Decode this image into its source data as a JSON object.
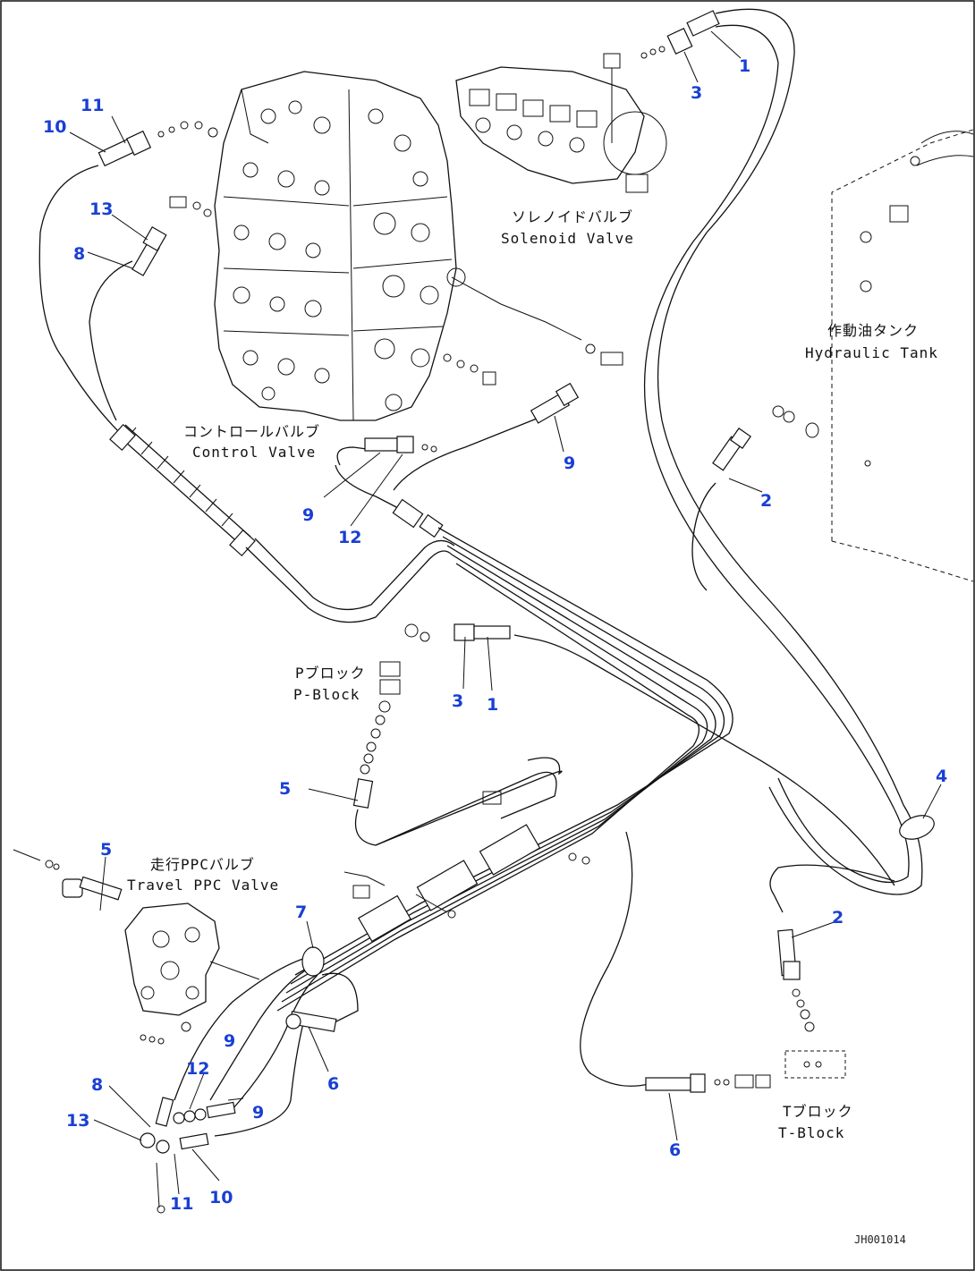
{
  "labels": {
    "solenoid_jp": "ソレノイドバルブ",
    "solenoid_en": "Solenoid Valve",
    "tank_jp": "作動油タンク",
    "tank_en": "Hydraulic Tank",
    "control_jp": "コントロールバルブ",
    "control_en": "Control Valve",
    "pblock_jp": "Pブロック",
    "pblock_en": "P-Block",
    "travel_jp": "走行PPCバルブ",
    "travel_en": "Travel PPC Valve",
    "tblock_jp": "Tブロック",
    "tblock_en": "T-Block"
  },
  "callouts": {
    "c1a": "1",
    "c3a": "3",
    "c11a": "11",
    "c10a": "10",
    "c13a": "13",
    "c8a": "8",
    "c9a": "9",
    "c9b": "9",
    "c12a": "12",
    "c2a": "2",
    "c3b": "3",
    "c1b": "1",
    "c5a": "5",
    "c4a": "4",
    "c5b": "5",
    "c7a": "7",
    "c2b": "2",
    "c9c": "9",
    "c6a": "6",
    "c8b": "8",
    "c12b": "12",
    "c9d": "9",
    "c13b": "13",
    "c11b": "11",
    "c10b": "10",
    "c6b": "6"
  },
  "drawing_code": "JH001014",
  "colors": {
    "callout": "#1a3fd4",
    "line": "#111111"
  }
}
